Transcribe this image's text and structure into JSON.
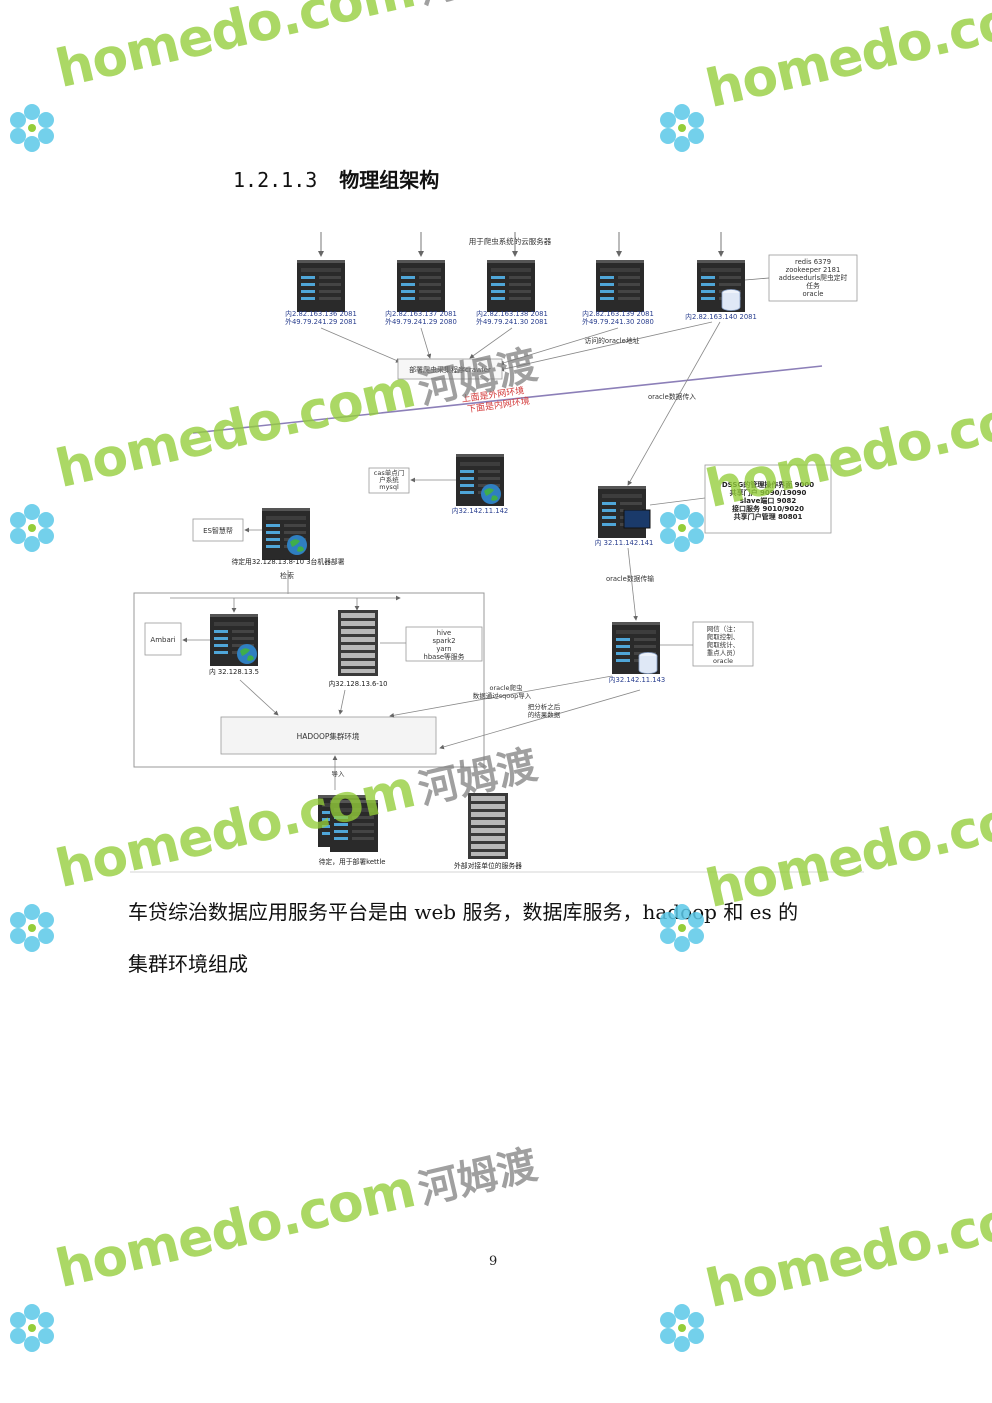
{
  "section_heading": {
    "number": "1.2.1.3",
    "title": "物理组架构"
  },
  "diagram": {
    "top_caption": "用于爬虫系统的云服务器",
    "cloud_servers": [
      {
        "inner": "内2.82.163.136 2081",
        "outer": "外49.79.241.29 2081"
      },
      {
        "inner": "内2.82.163.137 2081",
        "outer": "外49.79.241.29 2080"
      },
      {
        "inner": "内2.82.163.138 2081",
        "outer": "外49.79.241.30 2081"
      },
      {
        "inner": "内2.82.163.139 2081",
        "outer": "外49.79.241.30 2080"
      }
    ],
    "redis_server": "内2.82.163.140 2081",
    "redis_note": [
      "redis 6379",
      "zookeeper 2181",
      "addseedurls爬虫定时",
      "任务",
      "oracle"
    ],
    "crawler_box": "部署爬虫采集程序crawler",
    "oracle_access": "访问的oracle地址",
    "net_above": "上面是外网环境",
    "net_below": "下面是内网环境",
    "oracle_in": "oracle数据传入",
    "cas_note": [
      "cas单点门",
      "户系统",
      "mysql"
    ],
    "cas_server": "内32.142.11.142",
    "dssg_note": [
      "DSSG的管理操作界面  9000",
      "共享门户 9090/19090",
      "slave端口 9082",
      "接口服务 9010/9020",
      "共享门户管理 80801"
    ],
    "dssg_server": "内 32.11.142.141",
    "es_box": "ES智慧帮",
    "es_server": "待定用32.128.13.8-10  3台机器部署",
    "search": "检索",
    "oracle_transfer": "oracle数据传输",
    "ambari": "Ambari",
    "ambari_server": "内 32.128.13.5",
    "rack_server": "内32.128.13.6-10",
    "hive_note": [
      "hive",
      "spark2",
      "yarn",
      "hbase等服务"
    ],
    "db_server": "内32.142.11.143",
    "db_note": [
      "网信（注：",
      "爬取控制、",
      "爬取统计、",
      "重点人员）",
      "oracle"
    ],
    "sqoop_note": [
      "oracle爬虫",
      "数据通过sqoop导入"
    ],
    "result_note": [
      "把分析之后",
      "的结果数据"
    ],
    "hadoop_box": "HADOOP集群环境",
    "import_label": "导入",
    "kettle_server": "待定，用于部署kettle",
    "external_server": "外部对接单位的服务器"
  },
  "paragraph": {
    "line1": "车贷综治数据应用服务平台是由 web 服务，数据库服务，hadoop 和 es 的",
    "line2": "集群环境组成"
  },
  "page_number": "9",
  "watermark": {
    "latin": "homedo.com",
    "chinese": "河姆渡"
  },
  "colors": {
    "watermark_green": "#94cd3a",
    "flower_blue": "#5bc8e8",
    "server_dark": "#2a2a2a",
    "server_blue": "#4fa6d8",
    "line_purple": "#8c7fb8",
    "net_red": "#d43c3c"
  }
}
